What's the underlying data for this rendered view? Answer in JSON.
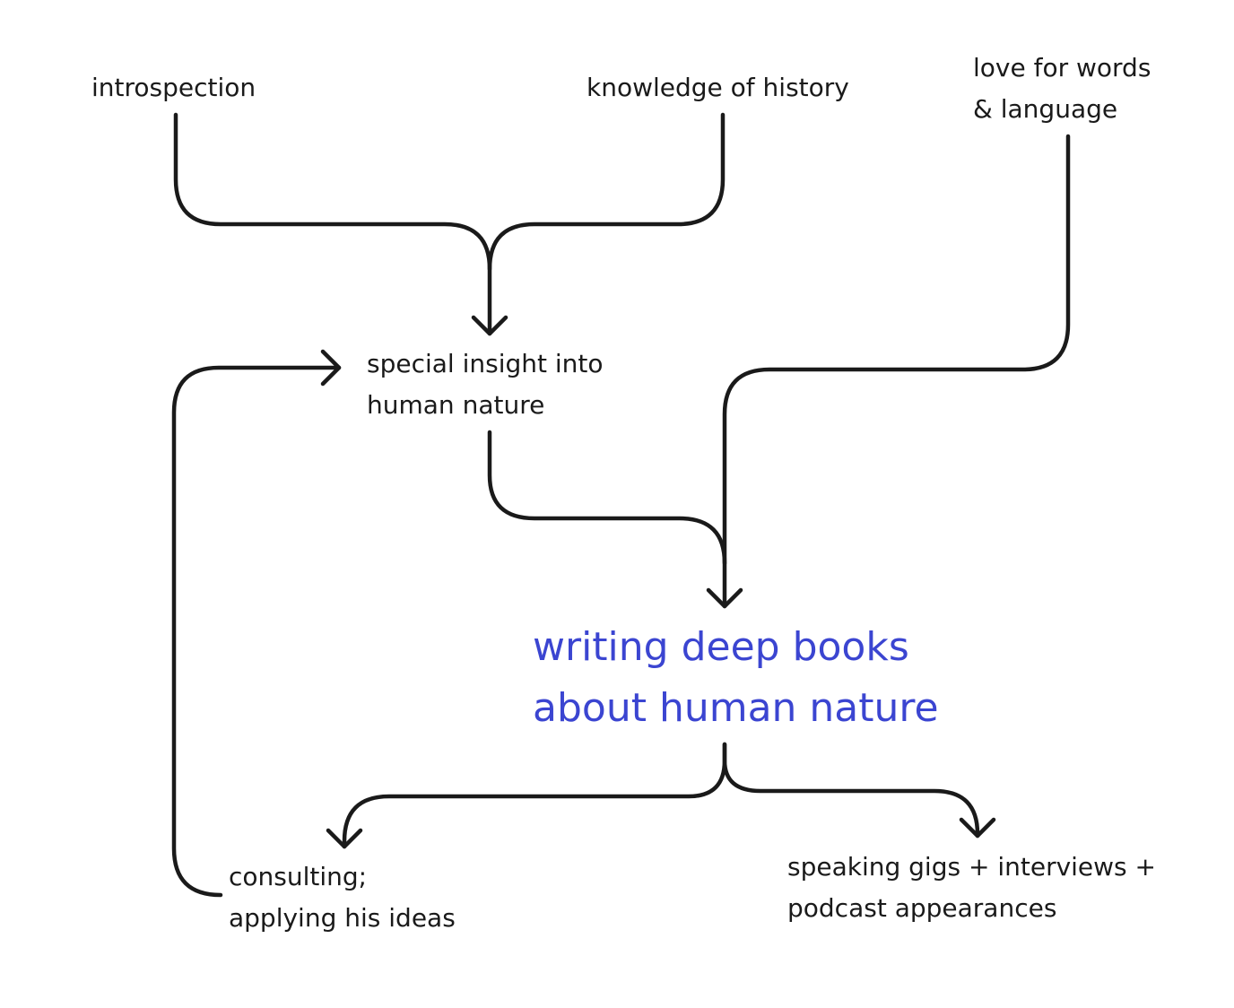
{
  "colors": {
    "text": "#1a1a1a",
    "stroke": "#1a1a1a",
    "accent": "#3b45d1",
    "background": "#ffffff"
  },
  "nodes": {
    "introspection": {
      "lines": [
        "introspection"
      ]
    },
    "history": {
      "lines": [
        "knowledge of history"
      ]
    },
    "words": {
      "lines": [
        "love for words",
        "& language"
      ]
    },
    "insight": {
      "lines": [
        "special insight into",
        "human nature"
      ]
    },
    "central": {
      "lines": [
        "writing deep books",
        "about human nature"
      ]
    },
    "consulting": {
      "lines": [
        "consulting;",
        "applying his ideas"
      ]
    },
    "speaking": {
      "lines": [
        "speaking gigs + interviews +",
        "podcast appearances"
      ]
    }
  }
}
